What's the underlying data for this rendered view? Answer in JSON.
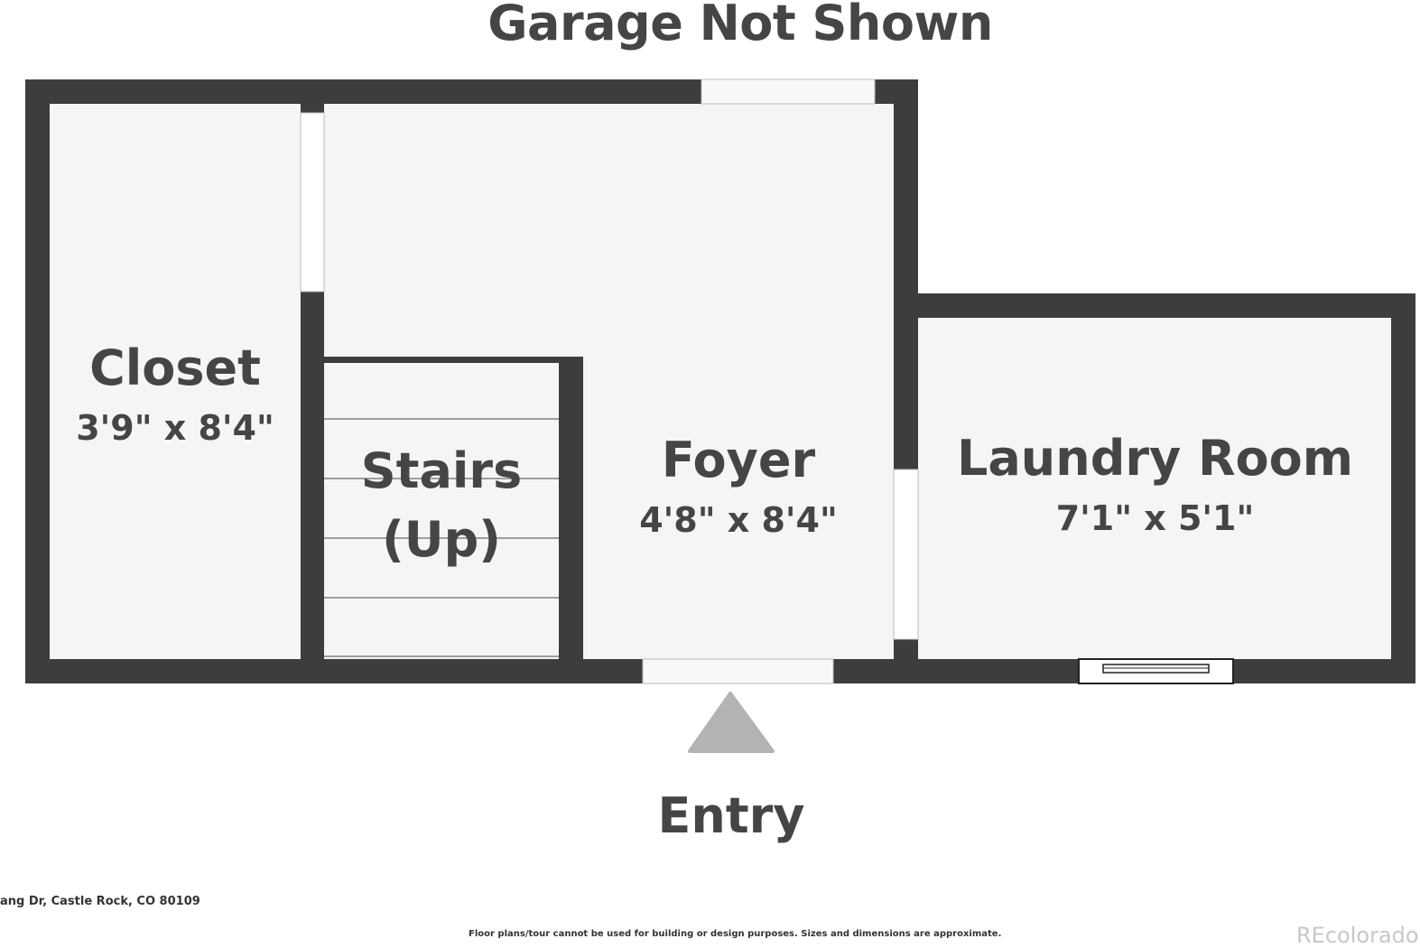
{
  "header": {
    "title": "Garage Not Shown"
  },
  "rooms": {
    "closet": {
      "name": "Closet",
      "dims": "3'9\" x 8'4\""
    },
    "stairs": {
      "name_line1": "Stairs",
      "name_line2": "(Up)"
    },
    "foyer": {
      "name": "Foyer",
      "dims": "4'8\" x 8'4\""
    },
    "laundry": {
      "name": "Laundry Room",
      "dims": "7'1\" x 5'1\""
    }
  },
  "entry": {
    "label": "Entry"
  },
  "footer": {
    "address": "ang Dr, Castle Rock, CO 80109",
    "disclaimer": "Floor plans/tour cannot be used for building or design purposes. Sizes and dimensions are approximate.",
    "watermark": "REcolorado"
  },
  "colors": {
    "wall": "#3d3d3d",
    "floor": "#f5f5f5",
    "text": "#454545",
    "arrow": "#b3b3b3"
  }
}
